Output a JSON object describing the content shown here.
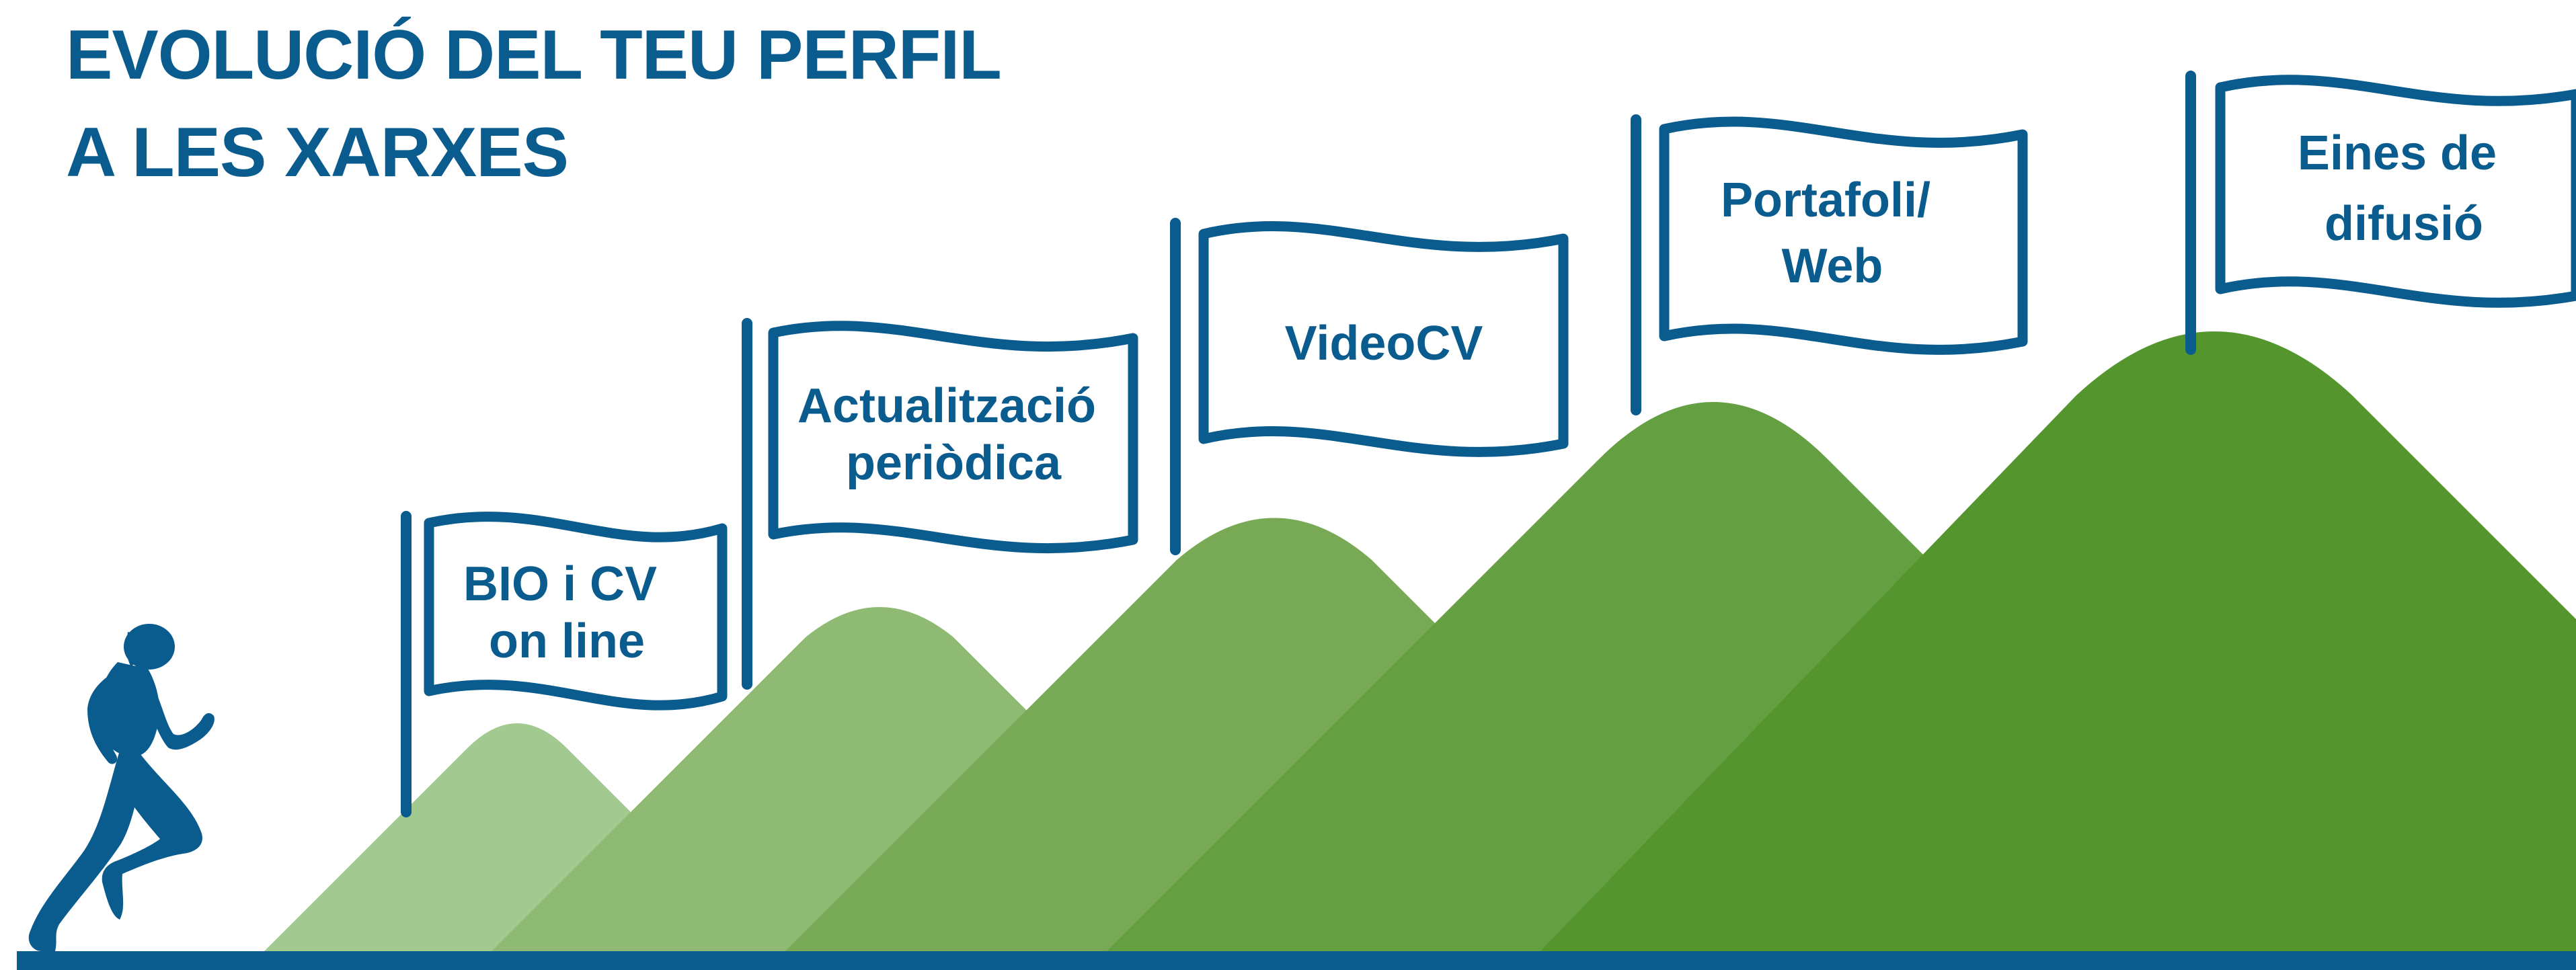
{
  "title": {
    "line1": "EVOLUCIÓ DEL TEU PERFIL",
    "line2": "A LES XARXES"
  },
  "flags": [
    {
      "lines": [
        "BIO i CV",
        "on line"
      ]
    },
    {
      "lines": [
        "Actualització",
        "periòdica"
      ]
    },
    {
      "lines": [
        "VideoCV"
      ]
    },
    {
      "lines": [
        "Portafoli/",
        "Web"
      ]
    },
    {
      "lines": [
        "Eines de",
        "difusió"
      ]
    }
  ],
  "colors": {
    "primary": "#0b5c8e",
    "hill_1": "#a2c98f",
    "hill_2": "#8fba74",
    "hill_3": "#78aa56",
    "hill_4": "#649f42",
    "hill_5": "#54952e",
    "background": "#ffffff"
  },
  "icons": {
    "runner": "runner-silhouette-icon"
  }
}
